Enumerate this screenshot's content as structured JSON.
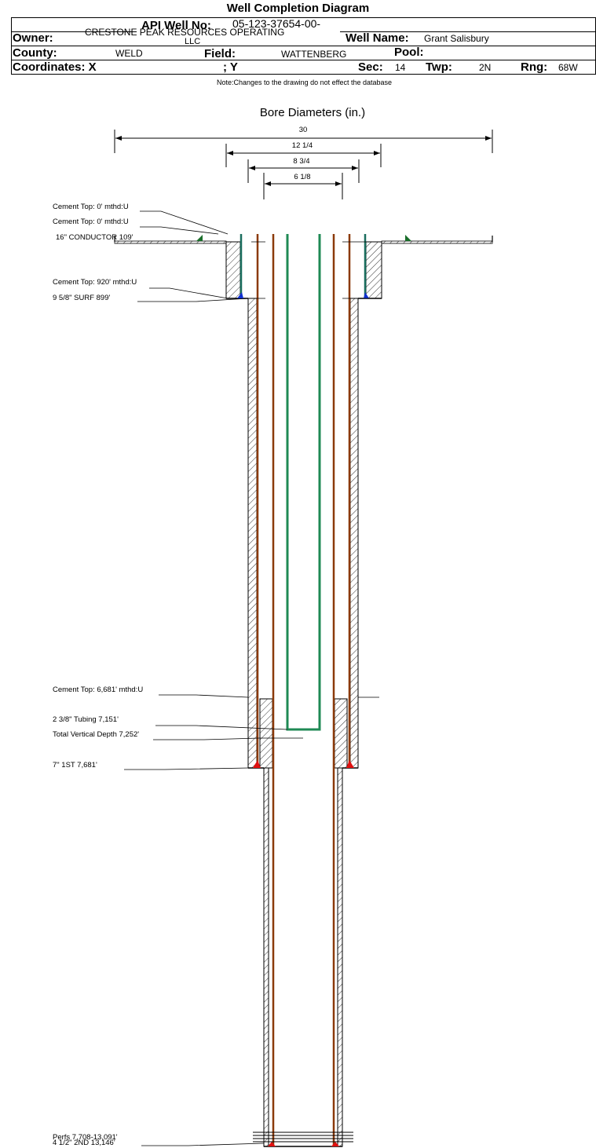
{
  "header": {
    "title": "Well Completion Diagram",
    "api_label": "API Well No:",
    "api_value": "05-123-37654-00-",
    "owner_label": "Owner:",
    "owner_value_line1": "CRESTONE PEAK RESOURCES OPERATING",
    "owner_value_line2": "LLC",
    "well_name_label": "Well Name:",
    "well_name_value": "Grant Salisbury",
    "county_label": "County:",
    "county_value": "WELD",
    "field_label": "Field:",
    "field_value": "WATTENBERG",
    "pool_label": "Pool:",
    "pool_value": "",
    "coordinates_label": "Coordinates: X",
    "coordinates_y": "; Y",
    "sec_label": "Sec:",
    "sec_value": "14",
    "twp_label": "Twp:",
    "twp_value": "2N",
    "rng_label": "Rng:",
    "rng_value": "68W",
    "note": "Note:Changes to the drawing do not effect the database"
  },
  "bore": {
    "title": "Bore Diameters (in.)",
    "diameters": [
      "30",
      "12 1/4",
      "8 3/4",
      "6 1/8"
    ]
  },
  "callouts": {
    "cement_top_1": "Cement Top: 0' mthd:U",
    "cement_top_2": "Cement Top: 0' mthd:U",
    "conductor": "16\" CONDUCTOR  109'",
    "cement_top_3": "Cement Top: 920' mthd:U",
    "surf_casing": "9 5/8\" SURF      899'",
    "cement_top_4": "Cement Top: 6,681' mthd:U",
    "tubing": "2 3/8\" Tubing 7,151'",
    "tvd": "Total Vertical Depth 7,252'",
    "first_casing": "7\" 1ST        7,681'",
    "perfs": "Perfs 7,708-13,091'",
    "second_casing": "4 1/2\" 2ND       13,146'"
  },
  "colors": {
    "conductor_casing": "#1a6e5e",
    "tubing": "#1f8a54",
    "production_casing": "#8b3a0a",
    "inner_red": "#d02010",
    "shoe_blue": "#1030d0",
    "shoe_red": "#e01010"
  }
}
